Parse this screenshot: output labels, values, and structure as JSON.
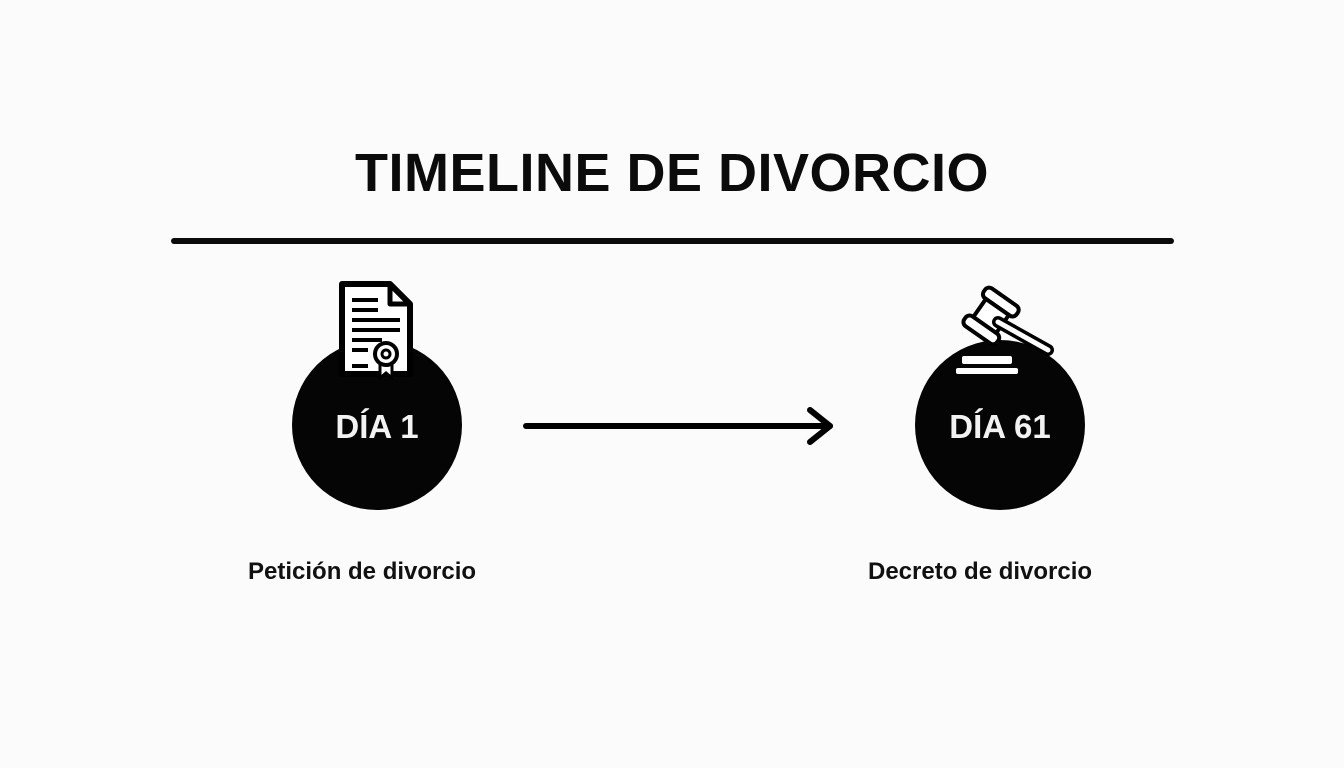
{
  "title": "TIMELINE DE DIVORCIO",
  "steps": [
    {
      "day_label": "DÍA 1",
      "caption": "Petición de divorcio",
      "icon": "certificate-document-icon"
    },
    {
      "day_label": "DÍA 61",
      "caption": "Decreto de divorcio",
      "icon": "gavel-icon"
    }
  ],
  "connector": {
    "icon": "arrow-right-icon"
  },
  "colors": {
    "foreground": "#0b0b0b",
    "background": "#fbfbfb",
    "circle_text": "#f2f2f2"
  }
}
